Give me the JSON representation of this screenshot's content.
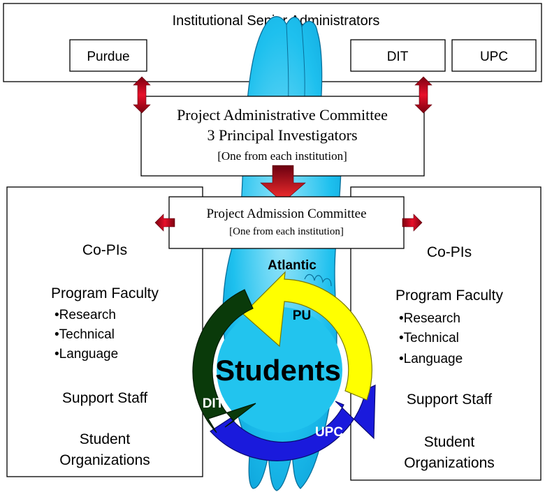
{
  "senior_admin": {
    "title": "Institutional Senior Administrators",
    "institutions": [
      "Purdue",
      "DIT",
      "UPC"
    ]
  },
  "admin_committee": {
    "line1": "Project Administrative Committee",
    "line2": "3 Principal Investigators",
    "line3": "[One from each institution]"
  },
  "admission_committee": {
    "line1": "Project Admission Committee",
    "line2": "[One from each institution]"
  },
  "left_panel": {
    "co_pis": "Co-PIs",
    "program_faculty": "Program Faculty",
    "bullets": [
      "•Research",
      "•Technical",
      "•Language"
    ],
    "support_staff": "Support Staff",
    "student_line1": "Student",
    "student_line2": "Organizations"
  },
  "right_panel": {
    "co_pis": "Co-PIs",
    "program_faculty": "Program Faculty",
    "bullets": [
      "•Research",
      "•Technical",
      "•Language"
    ],
    "support_staff": "Support Staff",
    "student_line1": "Student",
    "student_line2": "Organizations"
  },
  "cycle": {
    "center_label": "Students",
    "ocean_label": "Atlantic",
    "pu_label": "PU",
    "dit_label": "DIT",
    "upc_label": "UPC"
  },
  "colors": {
    "ocean": "#1ec0ee",
    "ocean_light": "#7fdcf6",
    "pu_arrow": "#ffff00",
    "dit_arrow": "#0a3a0a",
    "upc_arrow": "#1a1adc",
    "red_arrow": "#c0001a"
  }
}
